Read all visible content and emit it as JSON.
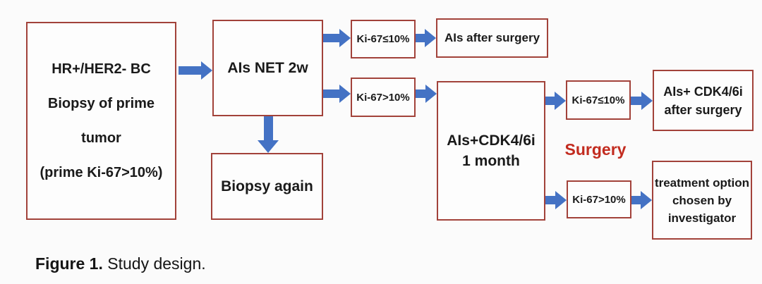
{
  "colors": {
    "box_border": "#A2423A",
    "arrow_blue": "#4472C4",
    "surgery_red": "#C22B1F",
    "text_black": "#1A1A1A",
    "background": "#FBFBFB"
  },
  "diagram": {
    "primary": {
      "line1": "HR+/HER2- BC",
      "line2": "Biopsy of prime tumor",
      "line3": "(prime Ki-67>10%)"
    },
    "ais_net": "AIs NET 2w",
    "biopsy_again": "Biopsy again",
    "ki67_le10_first": "Ki-67≤10%",
    "ais_after_surgery": "AIs after surgery",
    "ki67_gt10_first": "Ki-67>10%",
    "ais_cdk": {
      "line1": "AIs+CDK4/6i",
      "line2": "1 month"
    },
    "ki67_le10_second": "Ki-67≤10%",
    "surgery": "Surgery",
    "ais_cdk_after": {
      "line1": "AIs+ CDK4/6i",
      "line2": "after surgery"
    },
    "ki67_gt10_second": "Ki-67>10%",
    "treatment_option": {
      "line1": "treatment option",
      "line2": "chosen by",
      "line3": "investigator"
    }
  },
  "caption": {
    "label": "Figure 1.",
    "text": "Study design."
  }
}
